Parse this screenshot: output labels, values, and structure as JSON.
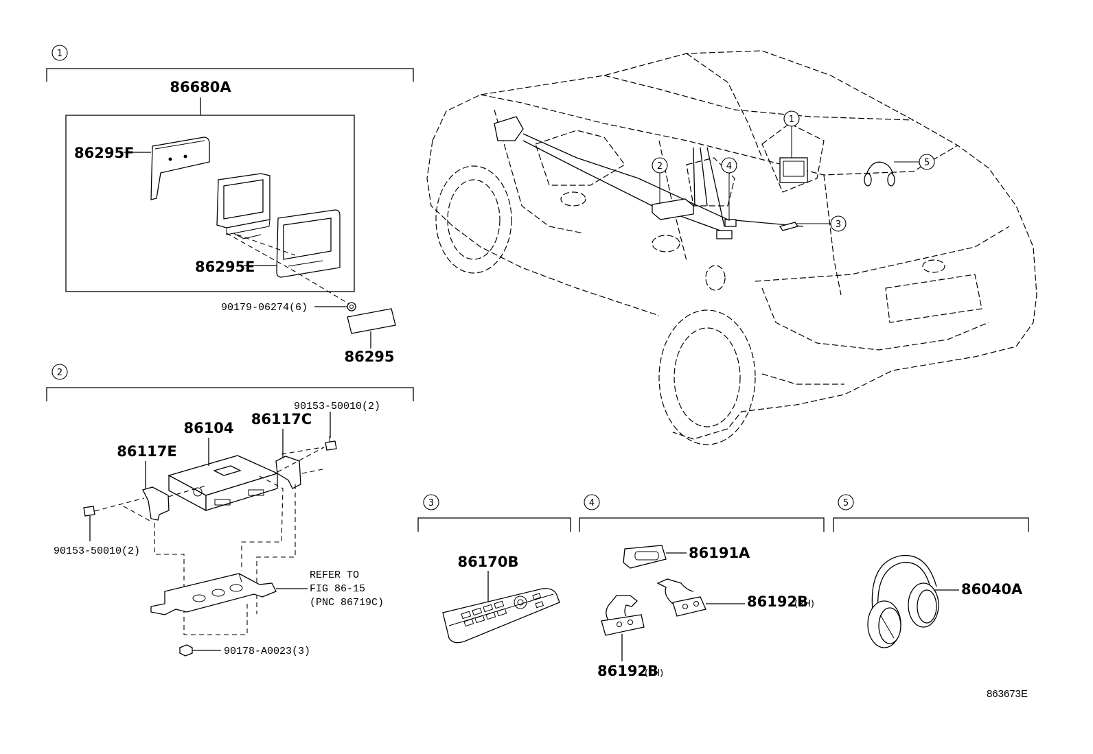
{
  "section_markers": [
    "1",
    "2",
    "3",
    "4",
    "5"
  ],
  "group1": {
    "assembly": "86680A",
    "cover": "86295F",
    "bezel": "86295E",
    "bolt": "90179-06274(6)",
    "plate": "86295"
  },
  "group2": {
    "module": "86104",
    "bracket_left": "86117E",
    "bracket_right": "86117C",
    "bolt_right": "90153-50010(2)",
    "bolt_left": "90153-50010(2)",
    "nut": "90178-A0023(3)",
    "refer_line1": "REFER TO",
    "refer_line2": "FIG 86-15",
    "refer_line3": "(PNC 86719C)"
  },
  "group3": {
    "remote": "86170B"
  },
  "group4": {
    "jack": "86191A",
    "jack_rh": "86192B",
    "jack_rh_side": "(RH)",
    "jack_lh": "86192B",
    "jack_lh_side": "(LH)"
  },
  "group5": {
    "headphones": "86040A"
  },
  "figure_code": "863673E"
}
